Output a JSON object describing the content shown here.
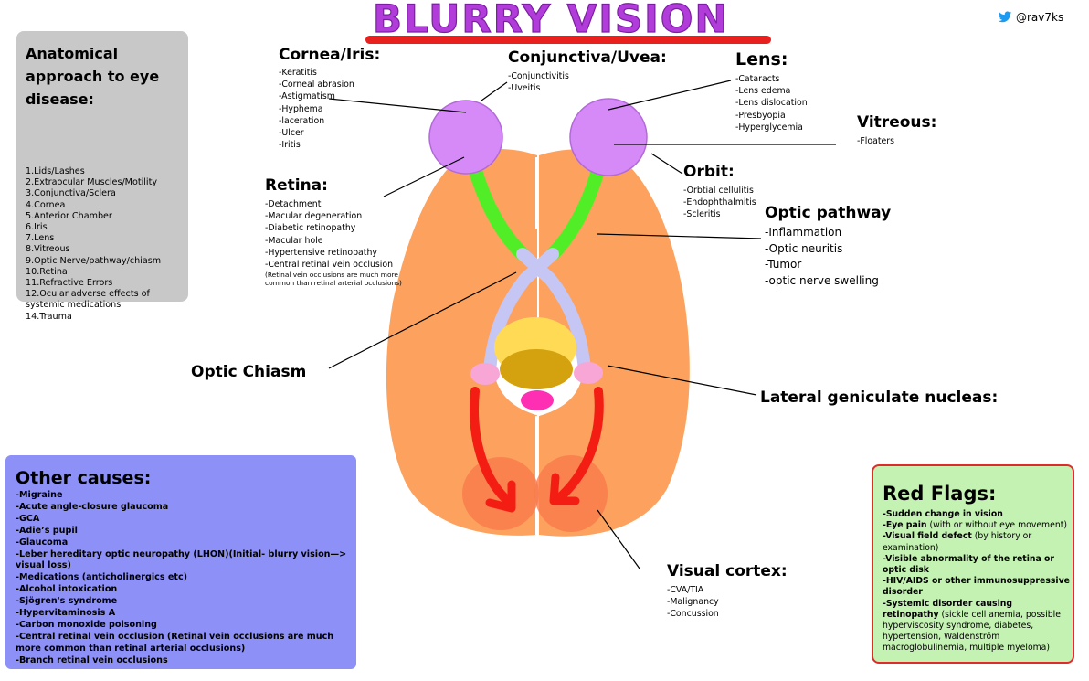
{
  "title": "BLURRY VISION",
  "handle": "@rav7ks",
  "approach": {
    "heading": "Anatomical approach to eye disease:",
    "items": [
      "1.Lids/Lashes",
      "2.Extraocular Muscles/Motility",
      "3.Conjunctiva/Sclera",
      "4.Cornea",
      "5.Anterior Chamber",
      "6.Iris",
      "7.Lens",
      "8.Vitreous",
      "9.Optic Nerve/pathway/chiasm",
      "10.Retina",
      "11.Refractive Errors",
      "12.Ocular adverse effects of systemic medications",
      "14.Trauma"
    ]
  },
  "cornea": {
    "heading": "Cornea/Iris:",
    "items": [
      "-Keratitis",
      "-Corneal abrasion",
      "-Astigmatism",
      "-Hyphema",
      "-laceration",
      "-Ulcer",
      "-Iritis"
    ]
  },
  "conjunctiva": {
    "heading": "Conjunctiva/Uvea:",
    "items": [
      "-Conjunctivitis",
      "-Uveitis"
    ]
  },
  "lens": {
    "heading": "Lens:",
    "items": [
      "-Cataracts",
      "-Lens edema",
      "-Lens dislocation",
      "-Presbyopia",
      "-Hyperglycemia"
    ]
  },
  "vitreous": {
    "heading": "Vitreous:",
    "items": [
      "-Floaters"
    ]
  },
  "orbit": {
    "heading": "Orbit:",
    "items": [
      "-Orbtial cellulitis",
      "-Endophthalmitis",
      "-Scleritis"
    ]
  },
  "retina": {
    "heading": "Retina:",
    "items": [
      "-Detachment",
      "-Macular degeneration",
      "-Diabetic retinopathy",
      "-Macular hole",
      "-Hypertensive retinopathy",
      "-Central retinal vein occlusion"
    ],
    "note": "(Retinal vein occlusions are much more common than retinal arterial occlusions)"
  },
  "optic_pathway": {
    "heading": "Optic pathway",
    "items": [
      "-Inflammation",
      "-Optic neuritis",
      "-Tumor",
      "-optic nerve swelling"
    ]
  },
  "optic_chiasm": "Optic Chiasm",
  "lgn": "Lateral geniculate nucleas:",
  "visual_cortex": {
    "heading": "Visual cortex:",
    "items": [
      "-CVA/TIA",
      "-Malignancy",
      "-Concussion"
    ]
  },
  "other": {
    "heading": "Other causes:",
    "items": [
      "-Migraine",
      "-Acute angle-closure glaucoma",
      "-GCA",
      "-Adie’s pupil",
      "-Glaucoma",
      "-Leber hereditary optic neuropathy (LHON)(Initial- blurry vision—> visual loss)",
      "-Medications (anticholinergics etc)",
      "-Alcohol intoxication",
      "-Sjögren's syndrome",
      "-Hypervitaminosis A",
      "-Carbon monoxide poisoning",
      "-Central retinal vein occlusion (Retinal vein occlusions are much more common than retinal arterial occlusions)",
      "-Branch retinal vein occlusions"
    ]
  },
  "red_flags": {
    "heading": "Red Flags:",
    "items": [
      {
        "bold": "-Sudden change in vision",
        "rest": ""
      },
      {
        "bold": "-Eye pain",
        "rest": " (with or without eye movement)"
      },
      {
        "bold": "-Visual field defect",
        "rest": " (by history or examination)"
      },
      {
        "bold": "-Visible abnormality of the retina or optic disk",
        "rest": ""
      },
      {
        "bold": "-HIV/AIDS or other immunosuppressive disorder",
        "rest": ""
      },
      {
        "bold": "-Systemic disorder causing retinopathy",
        "rest": " (sickle cell anemia, possible hyperviscosity syndrome, diabetes, hypertension, Waldenström macroglobulinemia, multiple myeloma)"
      }
    ]
  },
  "colors": {
    "brain": "#fca25e",
    "eye": "#d58af7",
    "optic_nerve": "#51ee28",
    "optic_tract": "#c6c6f4",
    "arrow": "#f41d14",
    "title": "#b13cd9",
    "other_bg": "#8c90f7",
    "red_bg": "#c4f2b2",
    "grey_box": "#c8c8c8"
  }
}
